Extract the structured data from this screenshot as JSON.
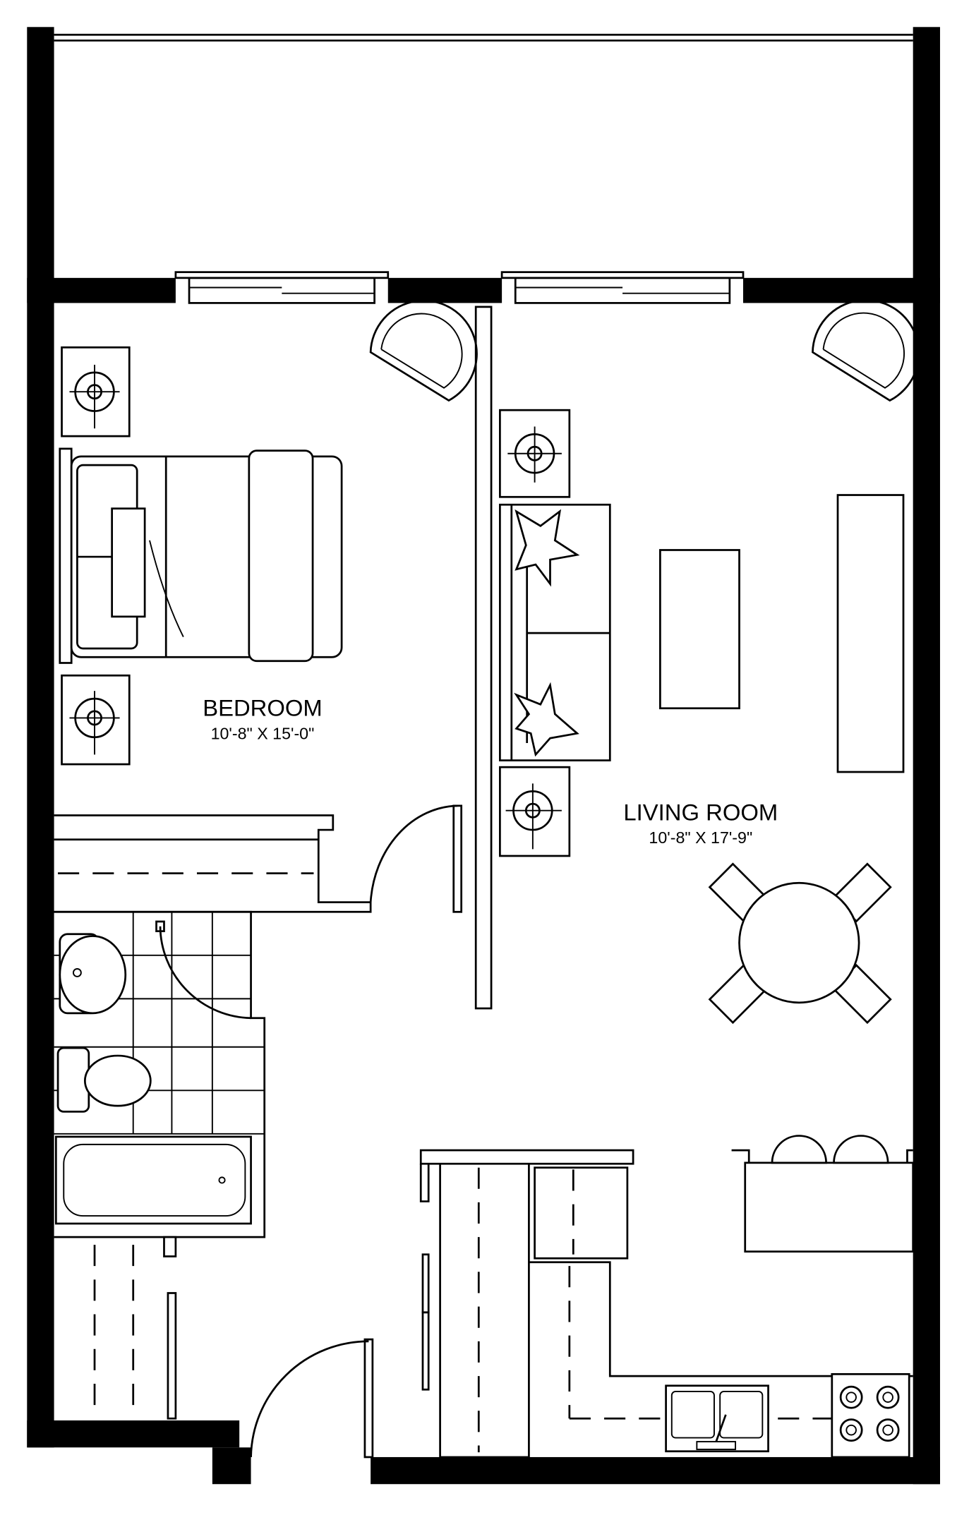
{
  "rooms": [
    {
      "name": "BEDROOM",
      "dimensions": "10'-8\" X 15'-0\""
    },
    {
      "name": "LIVING ROOM",
      "dimensions": "10'-8\" X 17'-9\""
    }
  ],
  "colors": {
    "wall": "#000000",
    "background": "#ffffff"
  }
}
